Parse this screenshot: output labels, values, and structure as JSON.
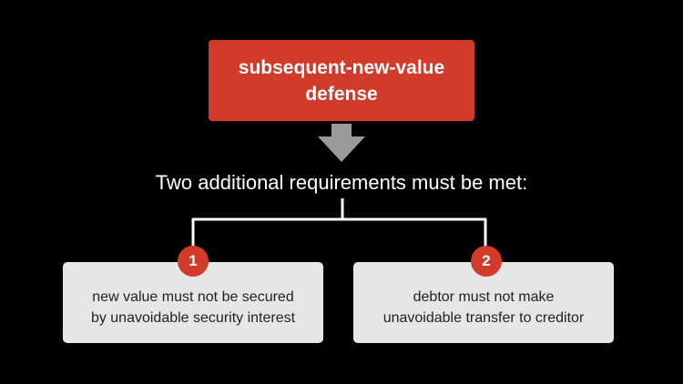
{
  "title": {
    "line1": "subsequent-new-value",
    "line2": "defense"
  },
  "heading": "Two additional requirements must be met:",
  "requirements": [
    {
      "number": "1",
      "line1": "new value must not be secured",
      "line2": "by unavoidable security interest"
    },
    {
      "number": "2",
      "line1": "debtor must not make",
      "line2": "unavoidable transfer to creditor"
    }
  ],
  "colors": {
    "background": "#000000",
    "accent_red": "#d23a2a",
    "box_gray": "#e6e6e6",
    "arrow_gray": "#9a9a9a",
    "connector_white": "#ffffff"
  }
}
